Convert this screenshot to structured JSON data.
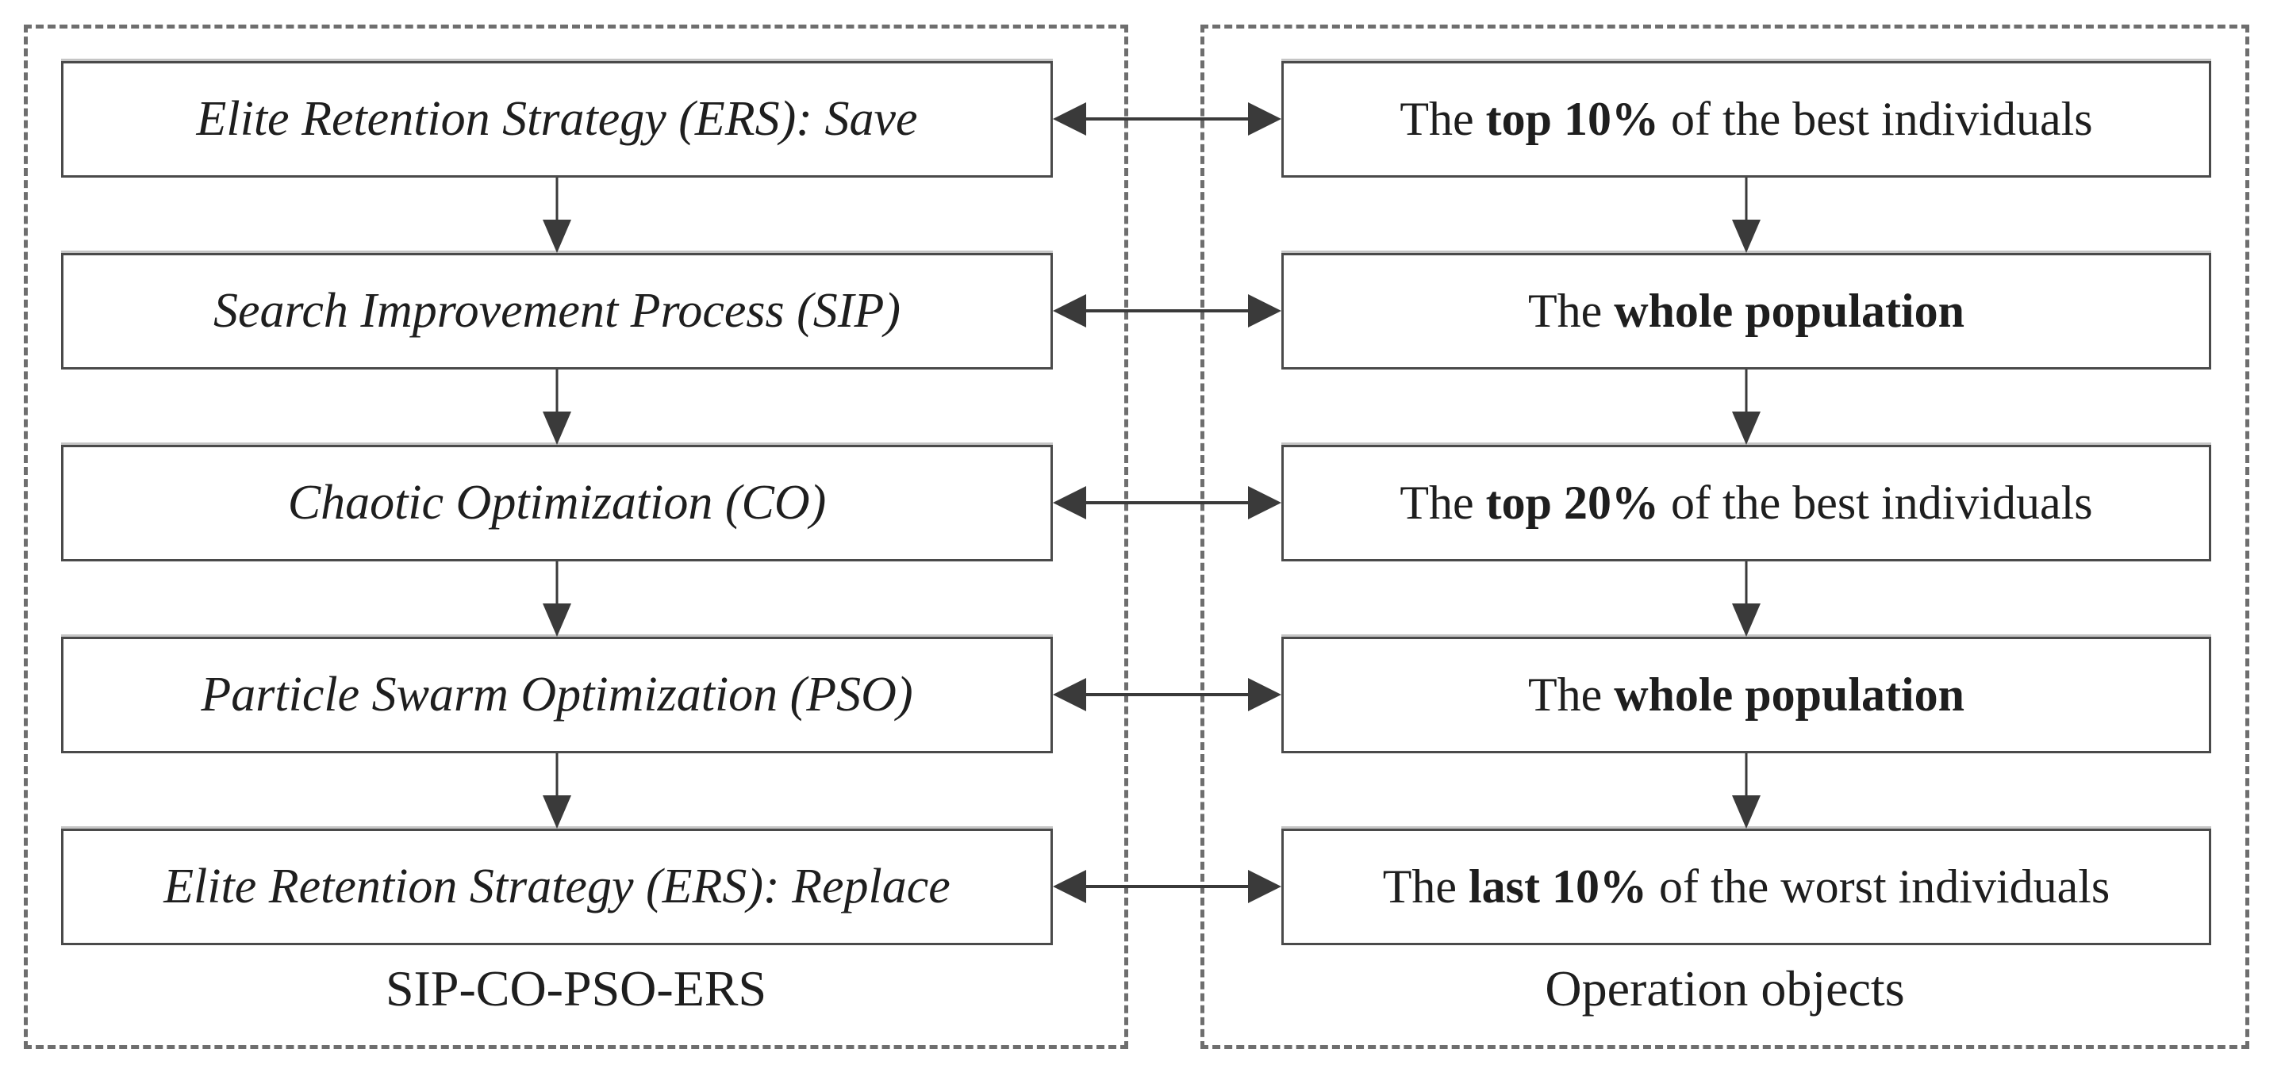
{
  "diagram": {
    "left_panel": {
      "label": "SIP-CO-PSO-ERS",
      "boxes": [
        "Elite Retention Strategy (ERS): Save",
        "Search Improvement Process (SIP)",
        "Chaotic Optimization (CO)",
        "Particle Swarm Optimization (PSO)",
        "Elite Retention Strategy (ERS): Replace"
      ]
    },
    "right_panel": {
      "label": "Operation objects",
      "boxes": [
        {
          "pre": "The ",
          "bold": "top 10%",
          "post": " of the best individuals"
        },
        {
          "pre": "The ",
          "bold": "whole population",
          "post": ""
        },
        {
          "pre": "The ",
          "bold": "top 20%",
          "post": " of the best individuals"
        },
        {
          "pre": "The ",
          "bold": "whole population",
          "post": ""
        },
        {
          "pre": "The ",
          "bold": "last 10%",
          "post": " of the worst individuals"
        }
      ]
    },
    "colors": {
      "box_border": "#4a4a4a",
      "dashed_border": "#6e6e6e",
      "arrow": "#3a3a3a",
      "text": "#1e1e1e",
      "background": "#ffffff"
    }
  }
}
